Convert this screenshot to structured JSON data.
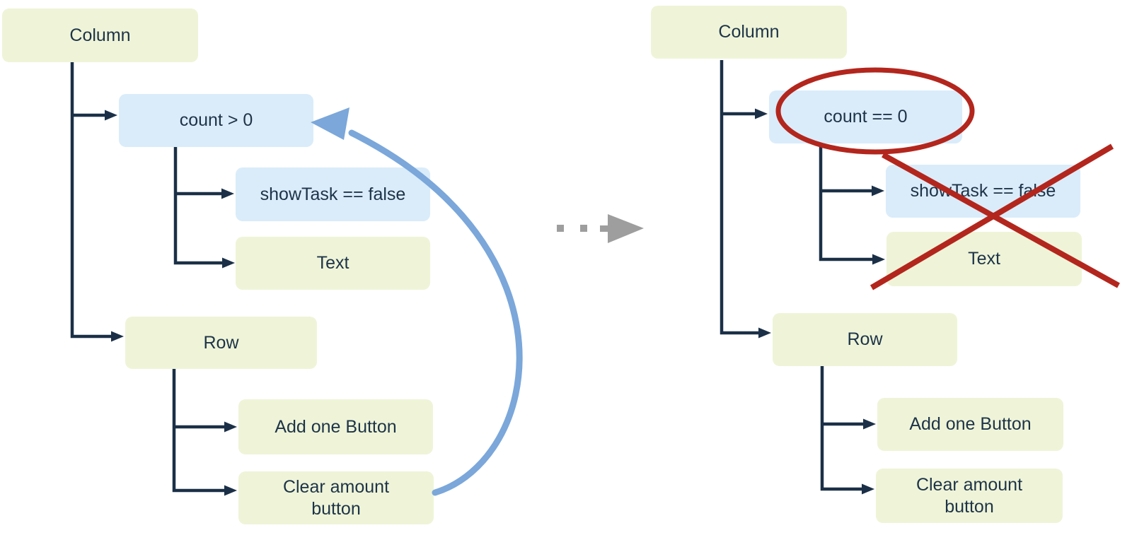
{
  "diagram": {
    "left_tree": {
      "column_label": "Column",
      "condition_label": "count > 0",
      "show_task_label": "showTask == false",
      "text_label": "Text",
      "row_label": "Row",
      "add_one_label": "Add one Button",
      "clear_label": "Clear amount button"
    },
    "right_tree": {
      "column_label": "Column",
      "condition_label": "count == 0",
      "show_task_label": "showTask == false",
      "text_label": "Text",
      "row_label": "Row",
      "add_one_label": "Add one Button",
      "clear_label": "Clear amount button"
    },
    "annotations": {
      "loop_arrow_icon": "curved-loop-arrow",
      "transition_arrow_icon": "dotted-arrow-right",
      "highlight_icon": "red-ellipse-highlight",
      "removed_icon": "red-cross-out"
    },
    "colors": {
      "node_green": "#eff4d8",
      "node_blue": "#daecfa",
      "connector_navy": "#1b3047",
      "text_navy": "#1d3348",
      "loop_arrow_blue": "#7ba7da",
      "transition_gray": "#9e9e9e",
      "annotation_red": "#b3261d",
      "background": "#ffffff"
    }
  }
}
